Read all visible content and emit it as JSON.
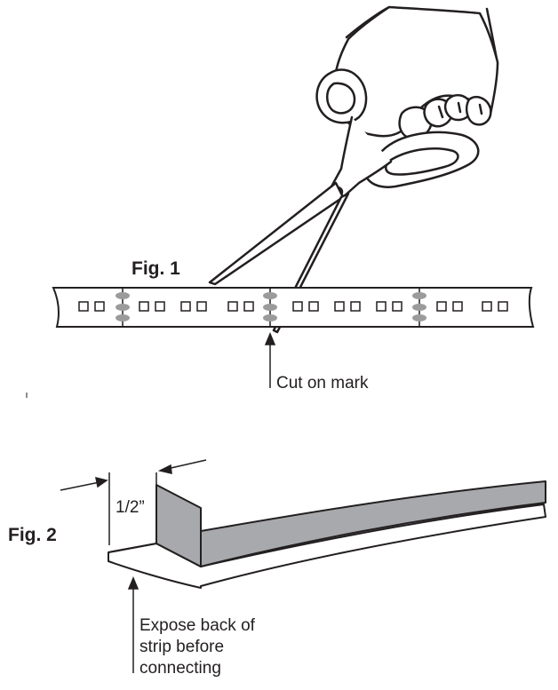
{
  "figures": [
    {
      "label": "Fig. 1",
      "callout": "Cut on mark"
    },
    {
      "label": "Fig. 2",
      "dimension": "1/2”",
      "callout_lines": [
        "Expose back of",
        "strip before",
        "connecting"
      ]
    }
  ],
  "colors": {
    "ink": "#231f20",
    "cut_mark": "#9b9b9b",
    "strip_fill": "#a7a9ac",
    "background": "#ffffff"
  }
}
